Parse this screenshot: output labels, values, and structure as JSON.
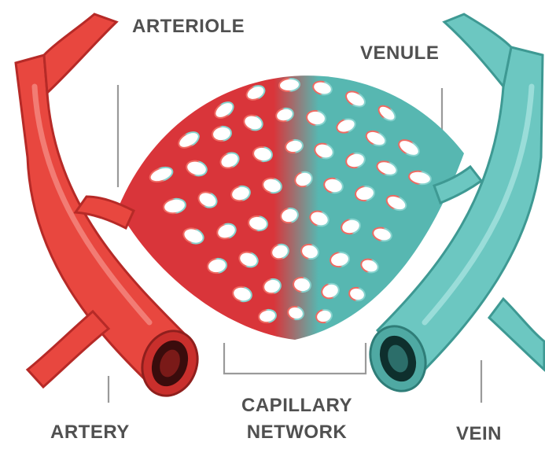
{
  "labels": {
    "arteriole": "ARTERIOLE",
    "venule": "VENULE",
    "capillary_line1": "CAPILLARY",
    "capillary_line2": "NETWORK",
    "artery": "ARTERY",
    "vein": "VEIN"
  },
  "colors": {
    "artery": "#e8473f",
    "artery_dark": "#b62a27",
    "vein": "#6cc7c1",
    "vein_dark": "#3e9993",
    "leader_line": "#9a9a9a",
    "label_text": "#505050"
  }
}
